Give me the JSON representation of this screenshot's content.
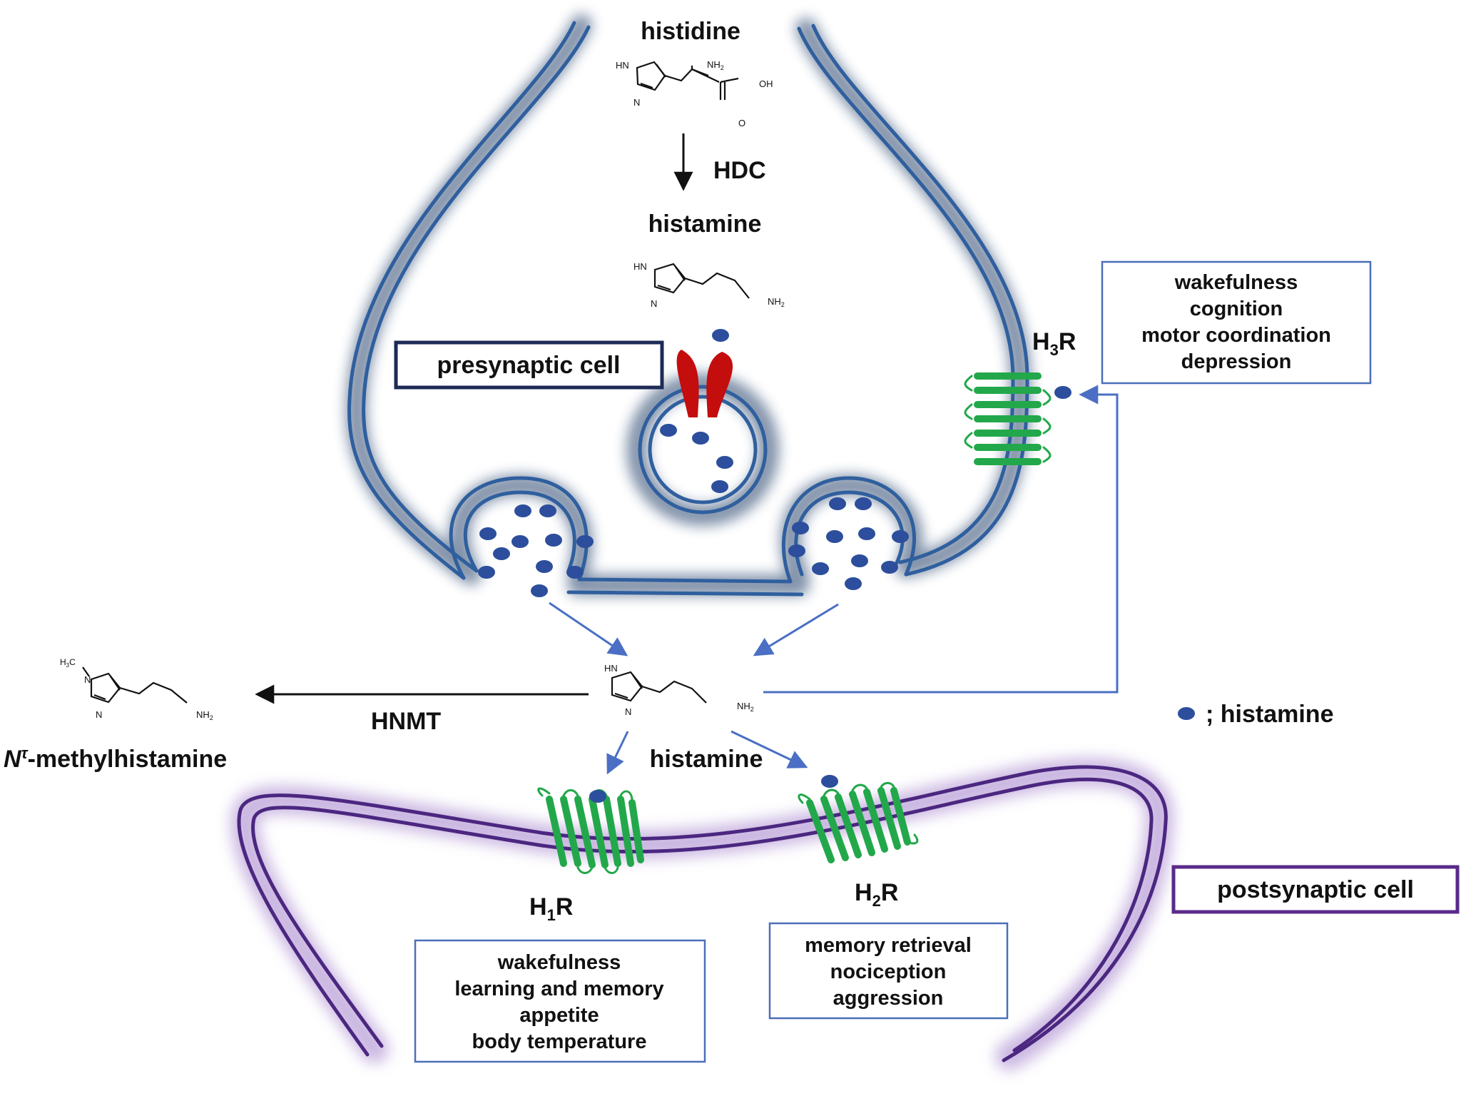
{
  "colors": {
    "presynaptic_membrane": "#2f5f9e",
    "presynaptic_glow": "#1f3a66",
    "postsynaptic_membrane": "#4b2780",
    "postsynaptic_glow": "#b59ad6",
    "receptor": "#22a84a",
    "transporter": "#c40d0d",
    "histamine_dot": "#2c4e9c",
    "arrow_blue": "#4a6fc4",
    "arrow_black": "#111111",
    "box_blue": "#4a6fb8",
    "box_navy": "#1d2a55",
    "box_purple": "#5a2a8a"
  },
  "labels": {
    "histidine": "histidine",
    "hdc": "HDC",
    "histamine_top": "histamine",
    "presynaptic_cell": "presynaptic cell",
    "h3r_main": "H",
    "h3r_sub": "3",
    "h3r_end": "R",
    "h1r_main": "H",
    "h1r_sub": "1",
    "h1r_end": "R",
    "h2r_main": "H",
    "h2r_sub": "2",
    "h2r_end": "R",
    "hnmt": "HNMT",
    "methylhistamine_n": "N",
    "methylhistamine_sup": "τ",
    "methylhistamine_rest": "-methylhistamine",
    "histamine_mid": "histamine",
    "legend": "; histamine",
    "postsynaptic_cell": "postsynaptic cell"
  },
  "chem": {
    "hn": "HN",
    "n": "N",
    "nh2_main": "NH",
    "nh2_sub": "2",
    "oh": "OH",
    "o": "O",
    "h3c_main": "H",
    "h3c_sub": "3",
    "h3c_end": "C"
  },
  "h3r_effects": [
    "wakefulness",
    "cognition",
    "motor coordination",
    "depression"
  ],
  "h1r_effects": [
    "wakefulness",
    "learning and memory",
    "appetite",
    "body temperature"
  ],
  "h2r_effects": [
    "memory retrieval",
    "nociception",
    "aggression"
  ]
}
